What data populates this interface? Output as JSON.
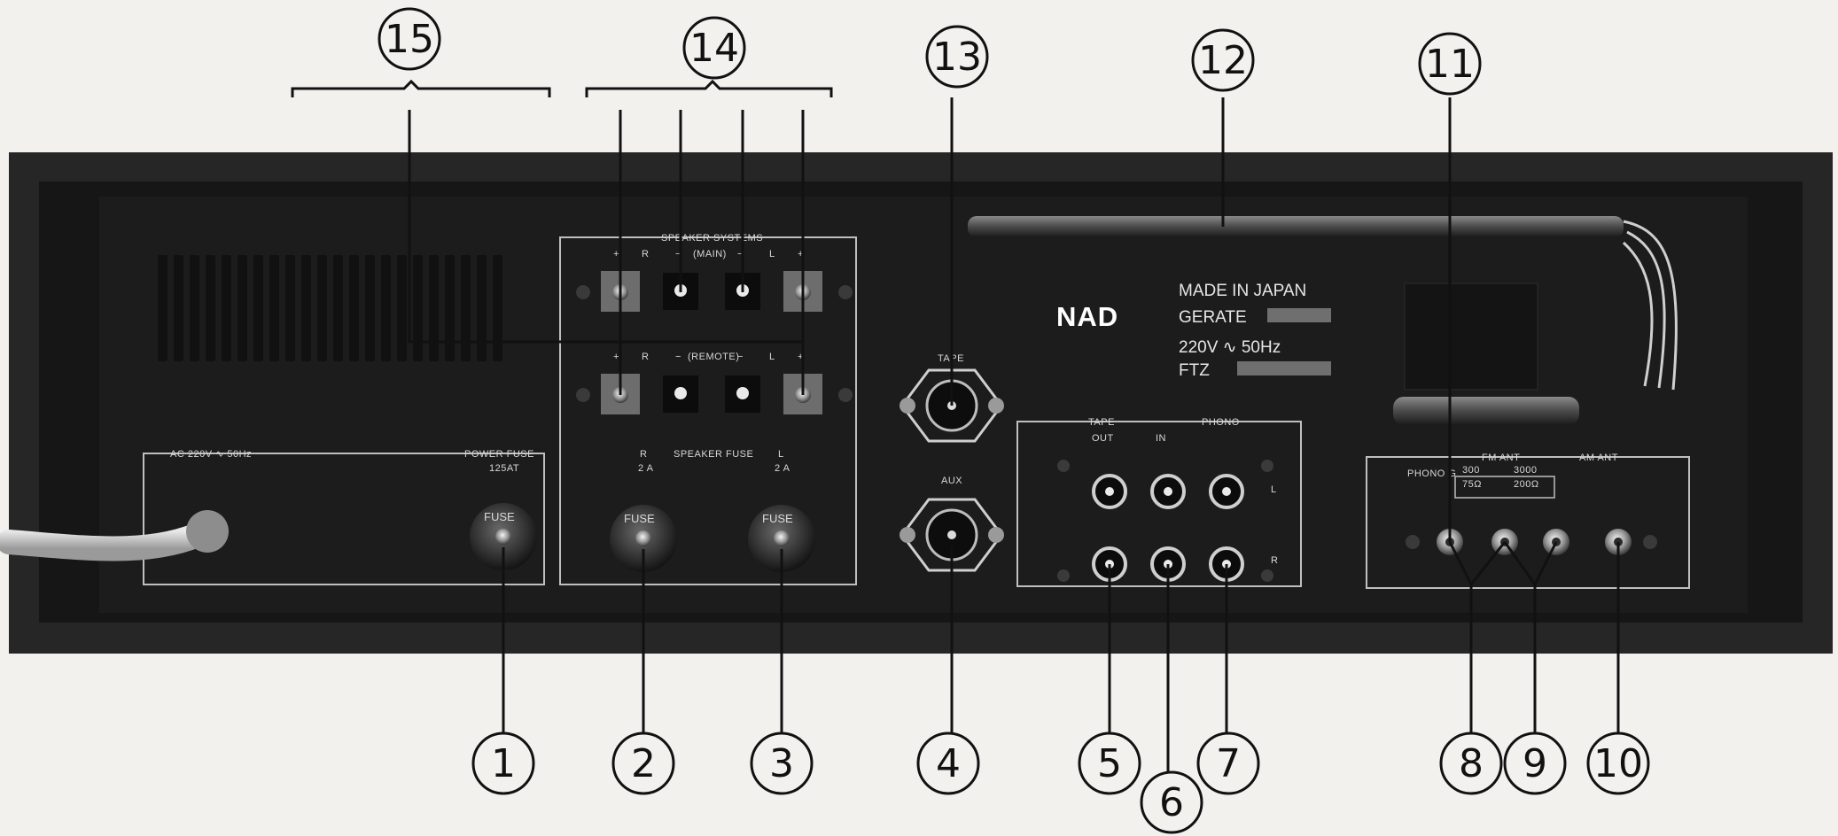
{
  "callouts": [
    "1",
    "2",
    "3",
    "4",
    "5",
    "6",
    "7",
    "8",
    "9",
    "10",
    "11",
    "12",
    "13",
    "14",
    "15"
  ],
  "panel": {
    "brand": "NAD",
    "made_in": "MADE IN JAPAN",
    "gerate": "GERATE",
    "voltage": "220V ∿ 50Hz",
    "ftz": "FTZ",
    "ac_label": "AC 220V ∿ 50Hz",
    "power_fuse": "POWER FUSE",
    "power_fuse_rating": "125AT",
    "fuse_word": "FUSE",
    "speaker_systems": "SPEAKER SYSTEMS",
    "main": "(MAIN)",
    "remote": "(REMOTE)",
    "plus": "+",
    "minus": "−",
    "r": "R",
    "l": "L",
    "speaker_fuse": "SPEAKER FUSE",
    "speaker_fuse_rating": "2 A",
    "tape": "TAPE",
    "aux": "AUX",
    "tape_group": "TAPE",
    "phono_group": "PHONO",
    "out": "OUT",
    "in": "IN",
    "fm_ant": "FM ANT",
    "am_ant": "AM ANT",
    "phono_g": "PHONO G",
    "ohm_300": "300",
    "ohm_75": "75Ω",
    "ohm_3000": "3000",
    "ohm_200": "200Ω"
  },
  "colors": {
    "panel": "#1b1b1b",
    "background": "#f2f1ee",
    "ink": "#111111"
  }
}
